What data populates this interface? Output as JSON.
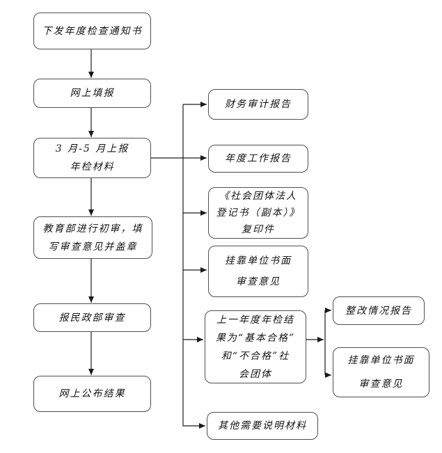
{
  "flowchart": {
    "background_color": "#ffffff",
    "line_color": "#1a1a1a",
    "box_border_color": "#4e4e4e",
    "text_color": "#141414",
    "nodes": {
      "issue_notice": {
        "label": "下发年度检查通知书"
      },
      "online_fill": {
        "label": "网上填报"
      },
      "submit_materials": {
        "label": "3 月-5 月上报\n年检材料"
      },
      "moe_review": {
        "label": "教育部进行初审，填\n写审查意见并盖章"
      },
      "mca_review": {
        "label": "报民政部审查"
      },
      "publish_results": {
        "label": "网上公布结果"
      },
      "financial_audit": {
        "label": "财务审计报告"
      },
      "annual_work_report": {
        "label": "年度工作报告"
      },
      "registration_copy": {
        "label": "《社会团体法人\n登记书（副本）》\n复印件"
      },
      "affiliated_opinion": {
        "label": "挂靠单位书面\n审查意见"
      },
      "previous_result": {
        "label": "上一年度年检结\n果为“基本合格”\n和“不合格”社\n会团体"
      },
      "other_materials": {
        "label": "其他需要说明材料"
      },
      "rectification_report": {
        "label": "整改情况报告"
      },
      "affiliated_opinion_2": {
        "label": "挂靠单位书面\n\n审查意见"
      }
    },
    "edges": [
      {
        "from": "issue_notice",
        "to": "online_fill"
      },
      {
        "from": "online_fill",
        "to": "submit_materials"
      },
      {
        "from": "submit_materials",
        "to": "moe_review"
      },
      {
        "from": "moe_review",
        "to": "mca_review"
      },
      {
        "from": "mca_review",
        "to": "publish_results"
      },
      {
        "from": "submit_materials",
        "to": "financial_audit"
      },
      {
        "from": "submit_materials",
        "to": "annual_work_report"
      },
      {
        "from": "submit_materials",
        "to": "registration_copy"
      },
      {
        "from": "submit_materials",
        "to": "affiliated_opinion"
      },
      {
        "from": "submit_materials",
        "to": "previous_result"
      },
      {
        "from": "submit_materials",
        "to": "other_materials"
      },
      {
        "from": "previous_result",
        "to": "rectification_report"
      },
      {
        "from": "previous_result",
        "to": "affiliated_opinion_2"
      }
    ]
  }
}
